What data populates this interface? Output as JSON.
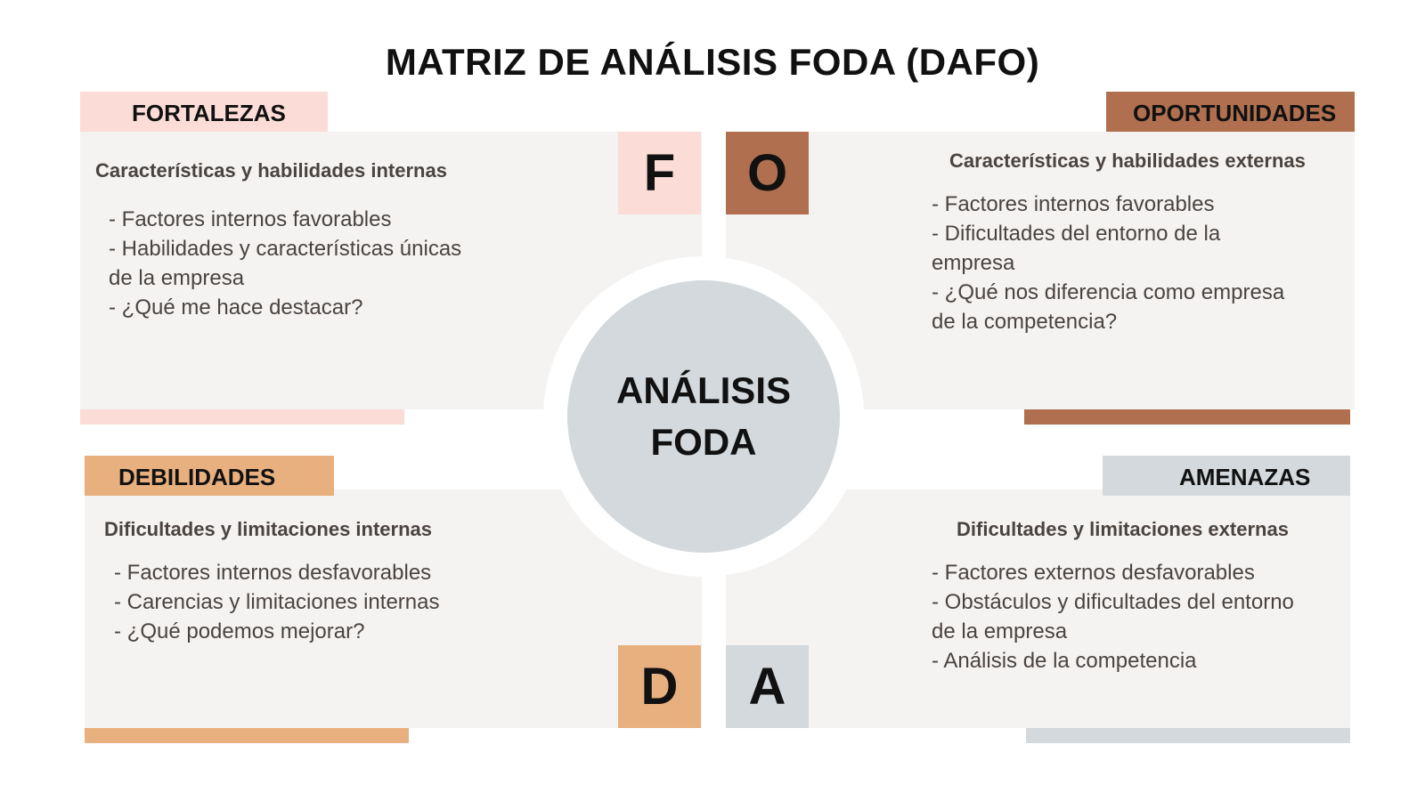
{
  "title": "MATRIZ DE ANÁLISIS FODA (DAFO)",
  "colors": {
    "panel_bg": "#f5f3f1",
    "fortalezas": "#fbdcd6",
    "oportunidades": "#b06f4e",
    "debilidades": "#e8b07f",
    "amenazas": "#d3d9dc",
    "center": "#d3d9dc",
    "text": "#4a4441"
  },
  "center": {
    "line1": "ANÁLISIS",
    "line2": "FODA"
  },
  "quadrants": {
    "fortalezas": {
      "label": "FORTALEZAS",
      "letter": "F",
      "subtitle": "Características y habilidades internas",
      "items": [
        "- Factores internos favorables",
        "- Habilidades y características únicas",
        "de la empresa",
        "- ¿Qué me hace destacar?"
      ]
    },
    "oportunidades": {
      "label": "OPORTUNIDADES",
      "letter": "O",
      "subtitle": "Características y habilidades externas",
      "items": [
        "- Factores internos favorables",
        "- Dificultades del entorno de la",
        "empresa",
        "- ¿Qué nos diferencia como empresa",
        "de la competencia?"
      ]
    },
    "debilidades": {
      "label": "DEBILIDADES",
      "letter": "D",
      "subtitle": "Dificultades y limitaciones internas",
      "items": [
        "- Factores internos desfavorables",
        "- Carencias y limitaciones internas",
        "- ¿Qué podemos mejorar?"
      ]
    },
    "amenazas": {
      "label": "AMENAZAS",
      "letter": "A",
      "subtitle": "Dificultades y limitaciones externas",
      "items": [
        "- Factores externos desfavorables",
        "- Obstáculos y dificultades del entorno",
        "de la empresa",
        "- Análisis de la competencia"
      ]
    }
  }
}
